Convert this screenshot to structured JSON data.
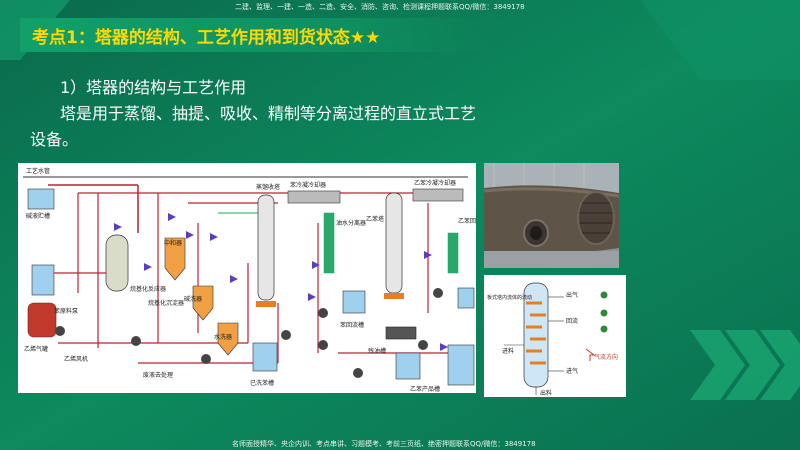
{
  "header_banner": "二建、监理、一建、一造、二造、安全、消防、咨询、检测课程押题联系QQ/微信：3849178",
  "title": "考点1：塔器的结构、工艺作用和到货状态★★",
  "subheading": "1）塔器的结构与工艺作用",
  "paragraph_line1": "塔是用于蒸馏、抽提、吸收、精制等分离过程的直立式工艺",
  "paragraph_line2": "设备。",
  "diagram": {
    "labels": {
      "water_pipe": "工艺水管",
      "wash_tank": "碱液贮槽",
      "feed_pump": "苯原料泵",
      "ethylene_tank": "乙烯气罐",
      "ethylene_fan": "乙烯风机",
      "alkylator": "烷基化反应器",
      "settler": "烷基化沉淀器",
      "neutralizer": "中和器",
      "washer": "碱洗器",
      "water_washer": "水洗器",
      "waste_treatment": "废液去处理",
      "washed_tank": "已洗苯槽",
      "distill_tower": "蒸馏收塔",
      "benzene_cooler": "苯冷凝冷却器",
      "recycle_tank": "苯回流槽",
      "ethylbenzene_tower": "乙苯塔",
      "ethylbenzene_cooler": "乙苯冷凝冷却器",
      "residue_tank": "残油槽",
      "product_tank": "乙苯产品槽",
      "water_separator": "油水分离器",
      "ethylbenzene_recycle": "乙苯回流槽"
    },
    "tower_section_labels": {
      "side_note": "板式塔内流体的流动",
      "gas_out": "出气",
      "feed": "进料",
      "reflux": "回流",
      "gas_in": "进气",
      "liquid_out": "出料",
      "gas_flow": "气流方向"
    }
  },
  "footer_banner": "名师面授精华、央企内训、考点串讲、习题模考、考前三页纸、绝密押题联系QQ/微信：3849178"
}
